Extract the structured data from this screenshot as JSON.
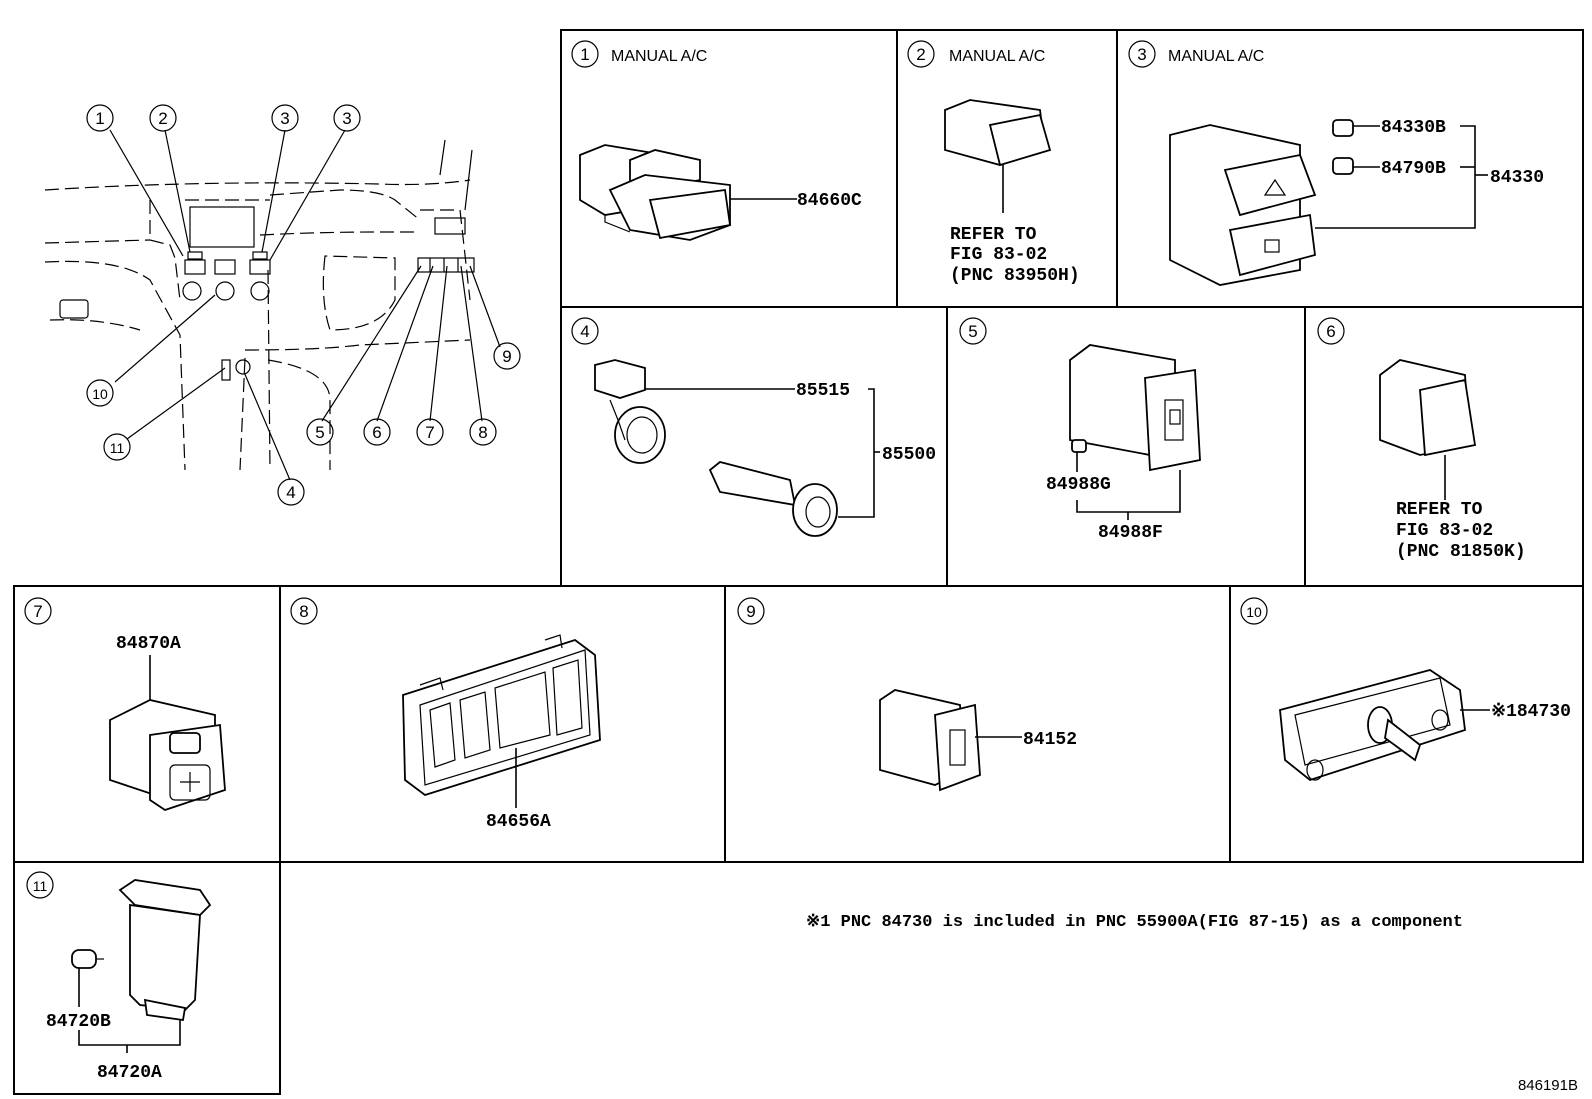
{
  "overview": {
    "callouts": [
      "1",
      "2",
      "3",
      "3",
      "10",
      "11",
      "4",
      "5",
      "6",
      "7",
      "8",
      "9"
    ]
  },
  "panels": [
    {
      "id": "p1",
      "no": "1",
      "caption": "MANUAL A/C",
      "parts": [
        "84660C"
      ]
    },
    {
      "id": "p2",
      "no": "2",
      "caption": "MANUAL A/C",
      "refer": [
        "REFER TO",
        "FIG 83-02",
        "(PNC 83950H)"
      ]
    },
    {
      "id": "p3",
      "no": "3",
      "caption": "MANUAL A/C",
      "parts": [
        "84330B",
        "84790B",
        "84330"
      ]
    },
    {
      "id": "p4",
      "no": "4",
      "parts": [
        "85515",
        "85500"
      ]
    },
    {
      "id": "p5",
      "no": "5",
      "parts": [
        "84988G",
        "84988F"
      ]
    },
    {
      "id": "p6",
      "no": "6",
      "refer": [
        "REFER TO",
        "FIG 83-02",
        "(PNC 81850K)"
      ]
    },
    {
      "id": "p7",
      "no": "7",
      "parts": [
        "84870A"
      ]
    },
    {
      "id": "p8",
      "no": "8",
      "parts": [
        "84656A"
      ]
    },
    {
      "id": "p9",
      "no": "9",
      "parts": [
        "84152"
      ]
    },
    {
      "id": "p10",
      "no": "10",
      "parts": [
        "※184730"
      ]
    },
    {
      "id": "p11",
      "no": "11",
      "parts": [
        "84720B",
        "84720A"
      ]
    }
  ],
  "footnote": "※1 PNC 84730 is included in PNC 55900A(FIG 87-15) as a component",
  "figure_id": "846191B"
}
